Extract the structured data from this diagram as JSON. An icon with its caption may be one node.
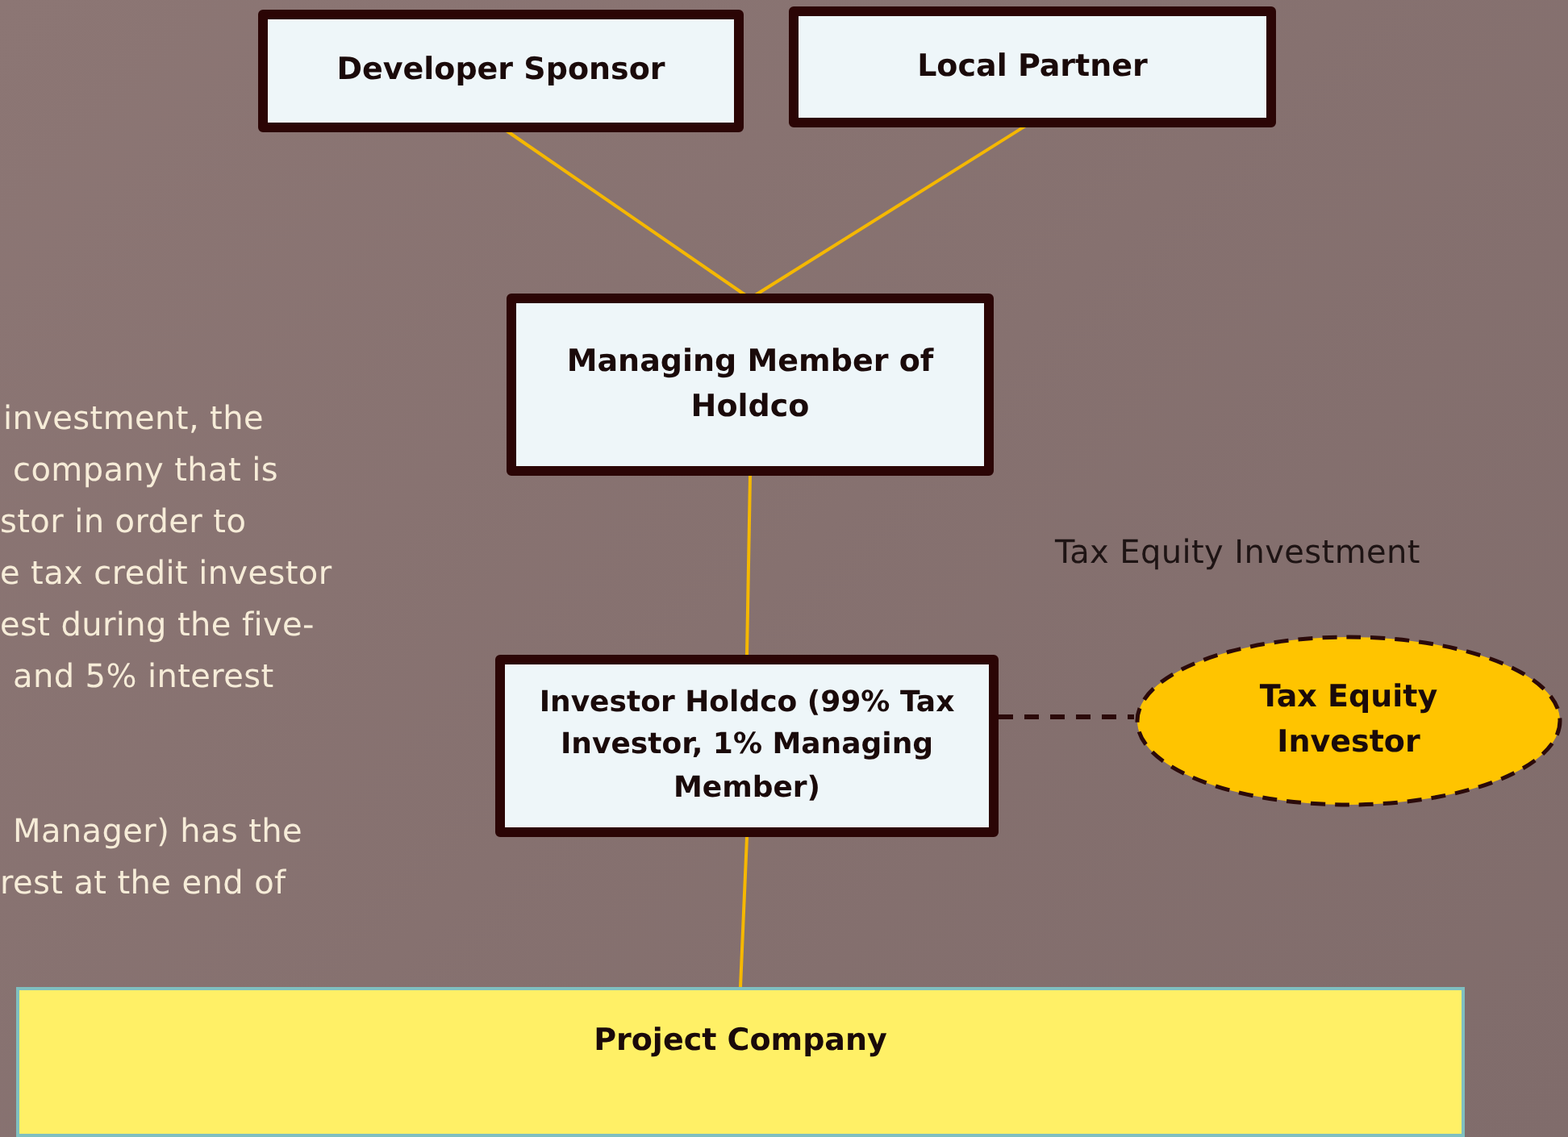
{
  "diagram": {
    "nodes": [
      {
        "text": [
          "Developer Sponsor"
        ]
      },
      {
        "text": [
          "Local Partner"
        ]
      },
      {
        "text": [
          "Managing Member of Holdco"
        ]
      },
      {
        "text": [
          "Investor Holdco (99% Tax Investor, 1% Managing Member)"
        ]
      },
      {
        "text": [
          "Tax Equity Investor"
        ]
      },
      {
        "text": [
          "Project Company"
        ]
      }
    ],
    "edges": [
      {
        "from": 0,
        "to": 2,
        "arrow": "none"
      },
      {
        "from": 1,
        "to": 2,
        "arrow": "none"
      },
      {
        "from": 2,
        "to": 3,
        "arrow": "none"
      },
      {
        "from": 3,
        "to": 5,
        "arrow": "none"
      },
      {
        "from": 3,
        "to": 4,
        "arrow": "none",
        "style": "dashed",
        "color": "#2b0a0a"
      }
    ],
    "labels": [
      "investment, the",
      "company that is",
      "stor in order to",
      "e tax credit investor",
      "est during the five-",
      "and 5% interest",
      "Manager) has the",
      "rest at the end of",
      "Tax Equity Investment"
    ]
  }
}
